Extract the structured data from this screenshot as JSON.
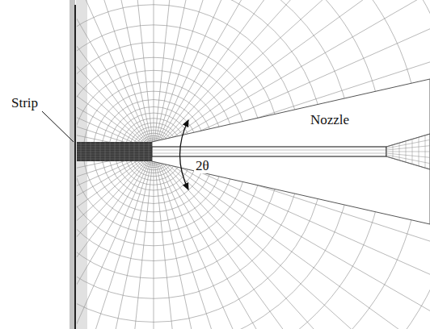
{
  "diagram": {
    "labels": [
      "Strip",
      "Nozzle",
      "2θ"
    ]
  }
}
